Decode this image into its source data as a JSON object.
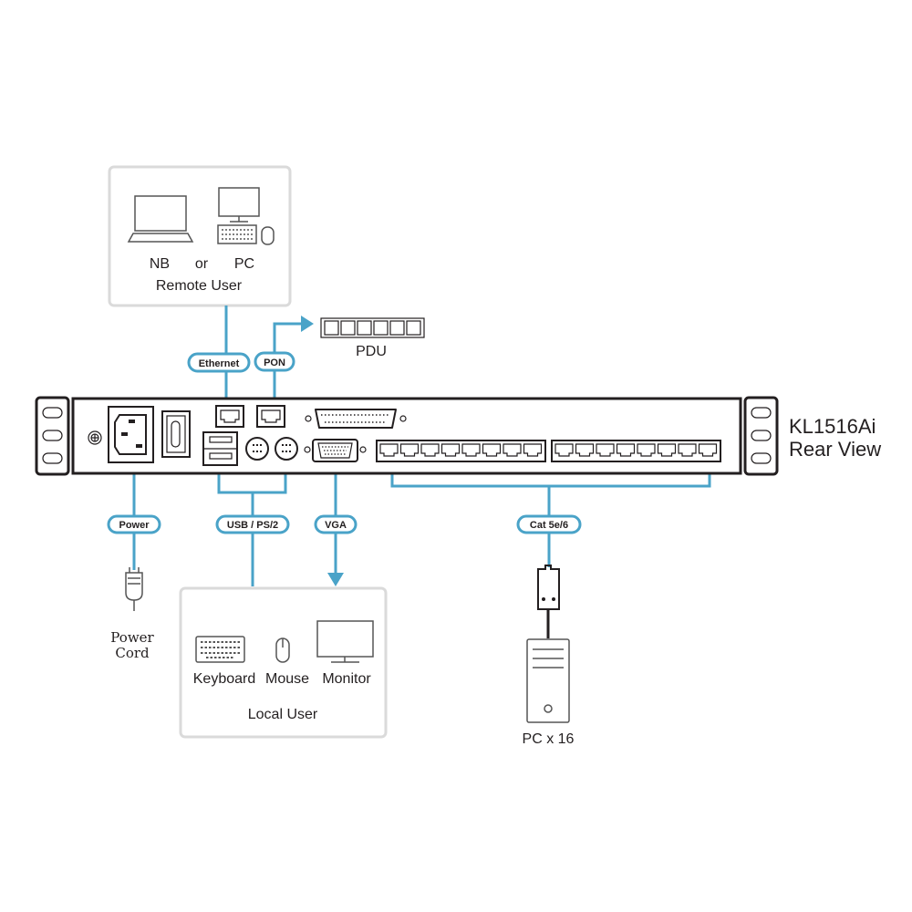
{
  "colors": {
    "accent": "#4aa3c8",
    "line": "#231f20",
    "box_border": "#dadada"
  },
  "remote": {
    "nb": "NB",
    "or": "or",
    "pc": "PC",
    "title": "Remote User"
  },
  "pdu": "PDU",
  "labels": {
    "ethernet": "Ethernet",
    "pon": "PON",
    "power": "Power",
    "usb_ps2": "USB / PS/2",
    "vga": "VGA",
    "cat": "Cat 5e/6"
  },
  "device": {
    "model": "KL1516Ai",
    "view": "Rear View"
  },
  "power_cord": {
    "line1": "Power",
    "line2": "Cord"
  },
  "local": {
    "keyboard": "Keyboard",
    "mouse": "Mouse",
    "monitor": "Monitor",
    "title": "Local User"
  },
  "pcs": "PC x 16"
}
